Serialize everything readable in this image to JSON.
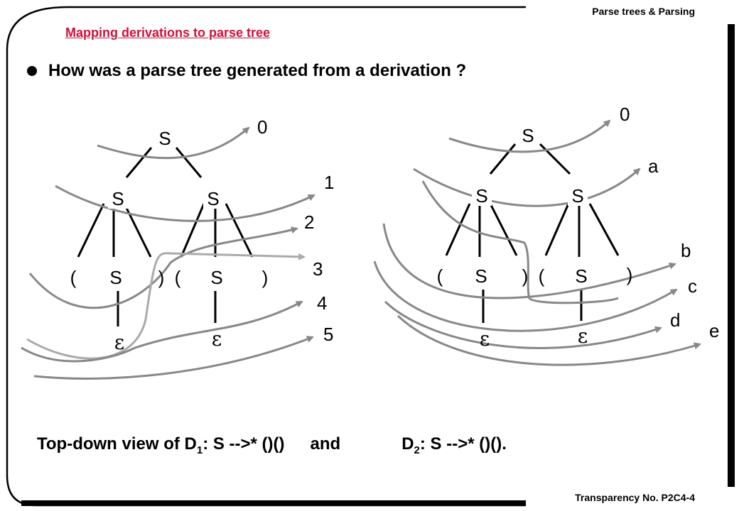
{
  "header": {
    "title": "Parse trees & Parsing"
  },
  "footer": {
    "transparency": "Transparency No. P2C4-4"
  },
  "slide": {
    "title": "Mapping derivations to parse tree",
    "bullet": "How was a parse tree generated from a derivation ?"
  },
  "tree_left": {
    "root": "S",
    "level1": [
      "S",
      "S"
    ],
    "leaves": [
      "(",
      "S",
      ")",
      "(",
      "S",
      ")"
    ],
    "eps": [
      "ε",
      "ε"
    ],
    "step_labels": [
      "0",
      "1",
      "2",
      "3",
      "4",
      "5"
    ]
  },
  "tree_right": {
    "root": "S",
    "level1": [
      "S",
      "S"
    ],
    "leaves": [
      "(",
      "S",
      ")",
      "(",
      "S",
      ")"
    ],
    "eps": [
      "ε",
      "ε"
    ],
    "step_labels": [
      "0",
      "a",
      "b",
      "c",
      "d",
      "e"
    ]
  },
  "caption": {
    "prefix": "Top-down view of  D",
    "sub1": "1",
    "d1_rest": ": S -->* ()()",
    "and": "and",
    "d2": "D",
    "sub2": "2",
    "d2_rest": ": S -->* ()()."
  }
}
